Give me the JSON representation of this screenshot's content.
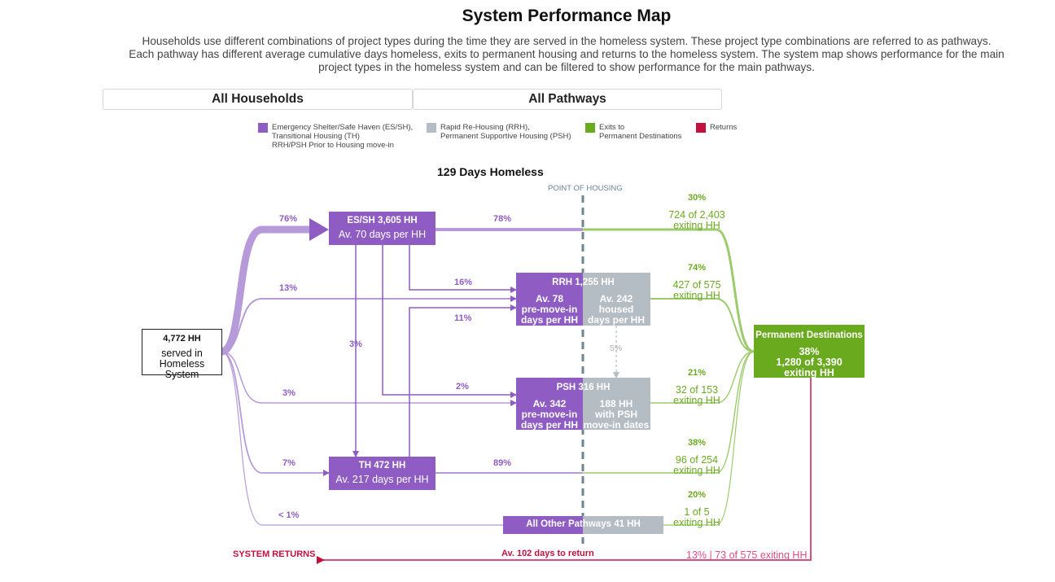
{
  "header": {
    "title": "System Performance Map",
    "description_lines": [
      "Households use different combinations of project types during the time they are served in the homeless system. These project type combinations are referred to as pathways.",
      "Each pathway has different average cumulative days homeless, exits to permanent housing and returns to the homeless system. The system map shows performance for the main",
      "project types in the homeless system and can be filtered to show performance for the main pathways."
    ]
  },
  "filters": {
    "households": "All Households",
    "pathways": "All Pathways"
  },
  "legend": [
    {
      "lines": [
        "Emergency Shelter/Safe Haven (ES/SH),",
        "Transitional Housing (TH)",
        "RRH/PSH Prior to Housing move-in"
      ],
      "color": "#8e5cc2"
    },
    {
      "lines": [
        "Rapid Re-Housing (RRH),",
        "Permanent Supportive Housing (PSH)"
      ],
      "color": "#b4bcc4"
    },
    {
      "lines": [
        "Exits to",
        "Permanent Destinations"
      ],
      "color": "#6aaa1e"
    },
    {
      "lines": [
        "Returns"
      ],
      "color": "#c4103f"
    }
  ],
  "colors": {
    "purple": "#8e5cc2",
    "purple_light": "#b79ad9",
    "gray": "#b4bcc4",
    "green": "#6aaa1e",
    "green_light": "#9ccb6b",
    "red": "#c4103f",
    "pink": "#d94f84",
    "dashed": "#6e8493"
  },
  "map": {
    "days_homeless": "129 Days Homeless",
    "point_of_housing": "POINT OF HOUSING",
    "source": {
      "count": "4,772 HH",
      "label_1": "served in",
      "label_2": "Homeless System"
    },
    "entry_pcts": {
      "es": "76%",
      "rrh": "13%",
      "psh": "3%",
      "th": "7%",
      "other": "< 1%"
    },
    "transfer_pcts": {
      "es_exit": "78%",
      "es_rrh": "16%",
      "th_rrh": "11%",
      "es_th": "3%",
      "es_psh": "2%",
      "th_exit": "89%",
      "rrh_psh": "5%"
    },
    "es": {
      "title": "ES/SH  3,605 HH",
      "subtitle": "Av. 70 days per HH"
    },
    "th": {
      "title": "TH  472 HH",
      "subtitle": "Av. 217 days per HH"
    },
    "rrh": {
      "title": "RRH  1,255 HH",
      "left_1": "Av. 78",
      "left_2": "pre-move-in",
      "left_3": "days per HH",
      "right_1": "Av. 242",
      "right_2": "housed",
      "right_3": "days per HH"
    },
    "psh": {
      "title": "PSH  316 HH",
      "left_1": "Av. 342",
      "left_2": "pre-move-in",
      "left_3": "days per HH",
      "right_1": "188 HH",
      "right_2": "with PSH",
      "right_3": "move-in dates"
    },
    "other": {
      "title": "All Other Pathways  41 HH"
    },
    "exits": [
      {
        "pct": "30%",
        "line1": "724 of 2,403",
        "line2": "exiting HH"
      },
      {
        "pct": "74%",
        "line1": "427 of 575",
        "line2": "exiting HH"
      },
      {
        "pct": "21%",
        "line1": "32 of 153",
        "line2": "exiting HH"
      },
      {
        "pct": "38%",
        "line1": "96 of 254",
        "line2": "exiting HH"
      },
      {
        "pct": "20%",
        "line1": "1 of 5",
        "line2": "exiting HH"
      }
    ],
    "destination": {
      "title": "Permanent Destinations",
      "pct": "38%",
      "line1": "1,280 of 3,390",
      "line2": "exiting HH"
    },
    "returns": {
      "label": "SYSTEM RETURNS",
      "days": "Av. 102 days to return",
      "stat": "13% | 73 of 575 exiting HH"
    }
  }
}
